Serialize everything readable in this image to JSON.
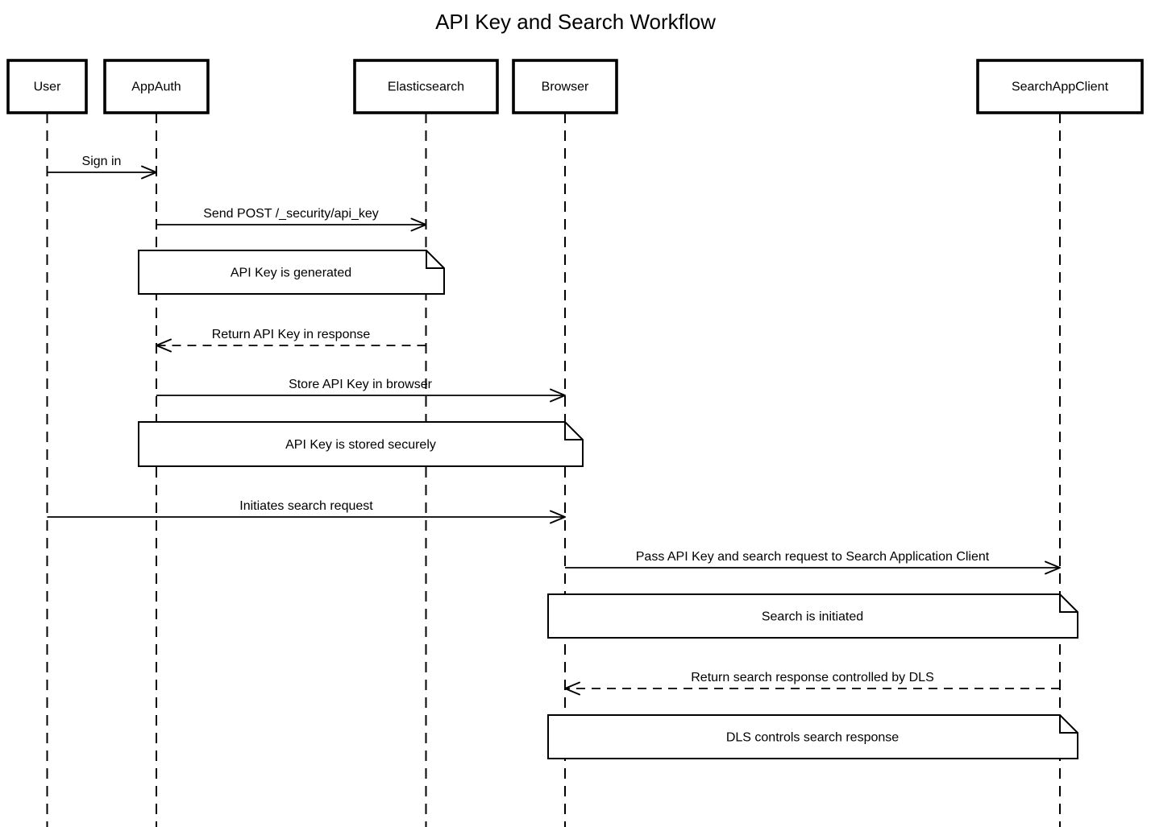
{
  "title": "API Key and Search Workflow",
  "colors": {
    "ink": "#000000",
    "background": "#ffffff",
    "note_fill": "#ffffff"
  },
  "participants": [
    {
      "id": "user",
      "label": "User"
    },
    {
      "id": "appauth",
      "label": "AppAuth"
    },
    {
      "id": "elasticsearch",
      "label": "Elasticsearch"
    },
    {
      "id": "browser",
      "label": "Browser"
    },
    {
      "id": "searchappclient",
      "label": "SearchAppClient"
    }
  ],
  "messages": [
    {
      "label": "Sign in",
      "from": "User",
      "to": "AppAuth",
      "line": "solid"
    },
    {
      "label": "Send POST /_security/api_key",
      "from": "AppAuth",
      "to": "Elasticsearch",
      "line": "solid"
    },
    {
      "label": "Return API Key in response",
      "from": "Elasticsearch",
      "to": "AppAuth",
      "line": "dashed"
    },
    {
      "label": "Store API Key in browser",
      "from": "AppAuth",
      "to": "Browser",
      "line": "solid"
    },
    {
      "label": "Initiates search request",
      "from": "User",
      "to": "Browser",
      "line": "solid"
    },
    {
      "label": "Pass API Key and search request to Search Application Client",
      "from": "Browser",
      "to": "SearchAppClient",
      "line": "solid"
    },
    {
      "label": "Return search response controlled by DLS",
      "from": "SearchAppClient",
      "to": "Browser",
      "line": "dashed"
    }
  ],
  "notes": [
    {
      "text": "API Key is generated",
      "over": "AppAuth, Elasticsearch"
    },
    {
      "text": "API Key is stored securely",
      "over": "AppAuth, Browser"
    },
    {
      "text": "Search is initiated",
      "over": "Browser, SearchAppClient"
    },
    {
      "text": "DLS controls search response",
      "over": "Browser, SearchAppClient"
    }
  ]
}
